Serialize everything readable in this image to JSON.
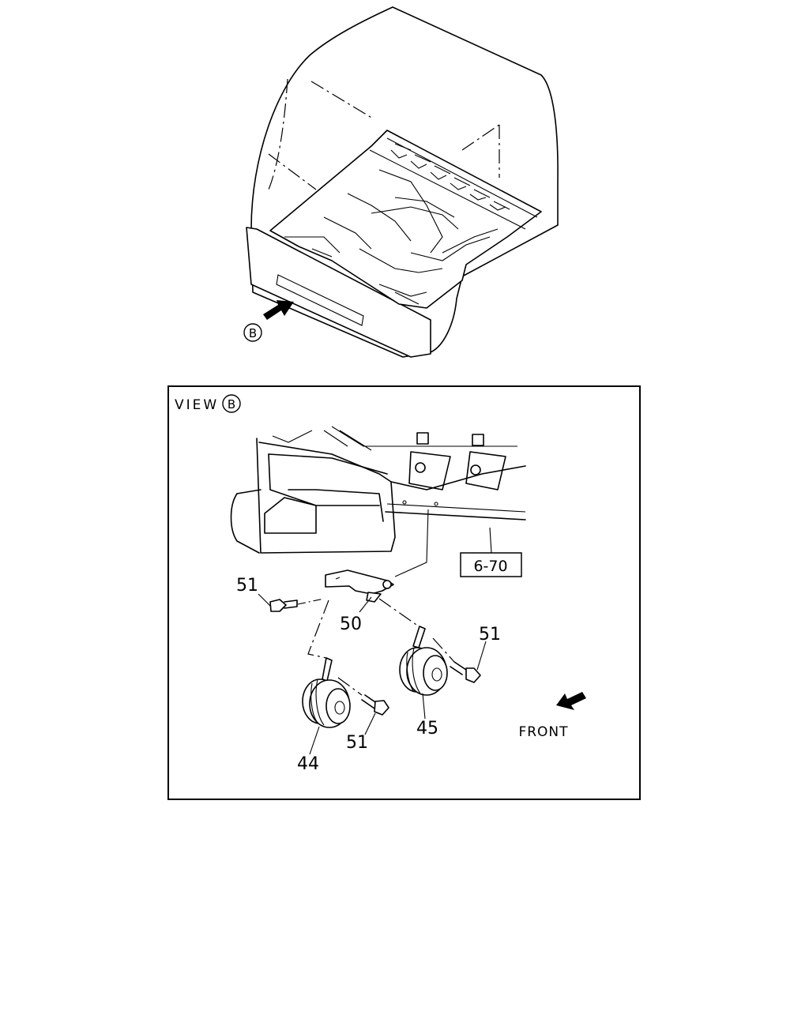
{
  "overview": {
    "view_marker": "B"
  },
  "detail": {
    "view_label": "VIEW",
    "view_marker": "B",
    "ref_box": "6-70",
    "front_label": "FRONT",
    "callouts": {
      "bolt_upper_left": "51",
      "bracket": "50",
      "bolt_right": "51",
      "bolt_lower": "51",
      "horn_low": "44",
      "horn_high": "45"
    }
  }
}
